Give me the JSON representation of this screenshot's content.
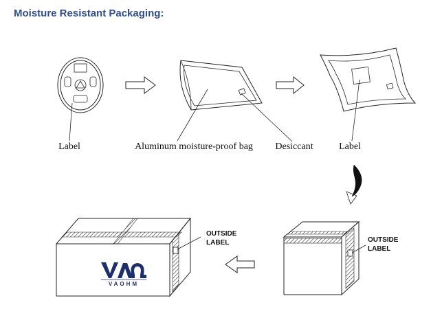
{
  "title": "Moisture Resistant Packaging:",
  "captions": {
    "reel_label": "Label",
    "bag": "Aluminum moisture-proof bag",
    "desiccant": "Desiccant",
    "sealed_label": "Label"
  },
  "box_labels": {
    "small_box_line1": "OUTSIDE",
    "small_box_line2": "LABEL",
    "large_box_line1": "OUTSIDE",
    "large_box_line2": "LABEL"
  },
  "brand": {
    "wordmark": "VAOHM",
    "color": "#1d2f6b"
  },
  "colors": {
    "title": "#2e4f8c",
    "line": "#222222"
  },
  "icons": [
    "right-arrow-icon",
    "curved-down-arrow-icon",
    "left-arrow-icon"
  ]
}
